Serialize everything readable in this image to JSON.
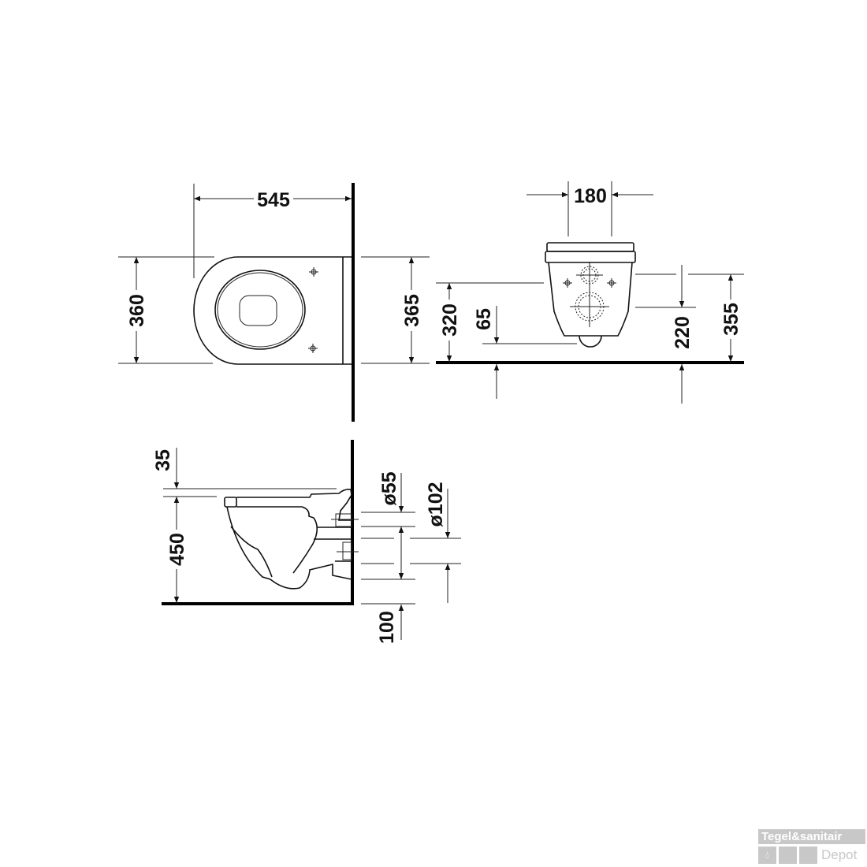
{
  "top_view": {
    "length": "545",
    "width_front": "360",
    "width_wall": "365"
  },
  "front_view": {
    "seat_width": "180",
    "inlet_height": "320",
    "outlet_offset": "65",
    "waste_center": "220",
    "total_height": "355"
  },
  "side_view": {
    "seat_thickness": "35",
    "seat_height": "450",
    "inlet_diameter": "ø55",
    "outlet_diameter": "ø102",
    "outlet_floor": "100"
  },
  "watermark": {
    "line1": "Tegel&sanitair",
    "line2": "Depot",
    "icon": "water-drop-icon"
  },
  "colors": {
    "ink": "#111111",
    "watermark": "#c8c8c8"
  }
}
